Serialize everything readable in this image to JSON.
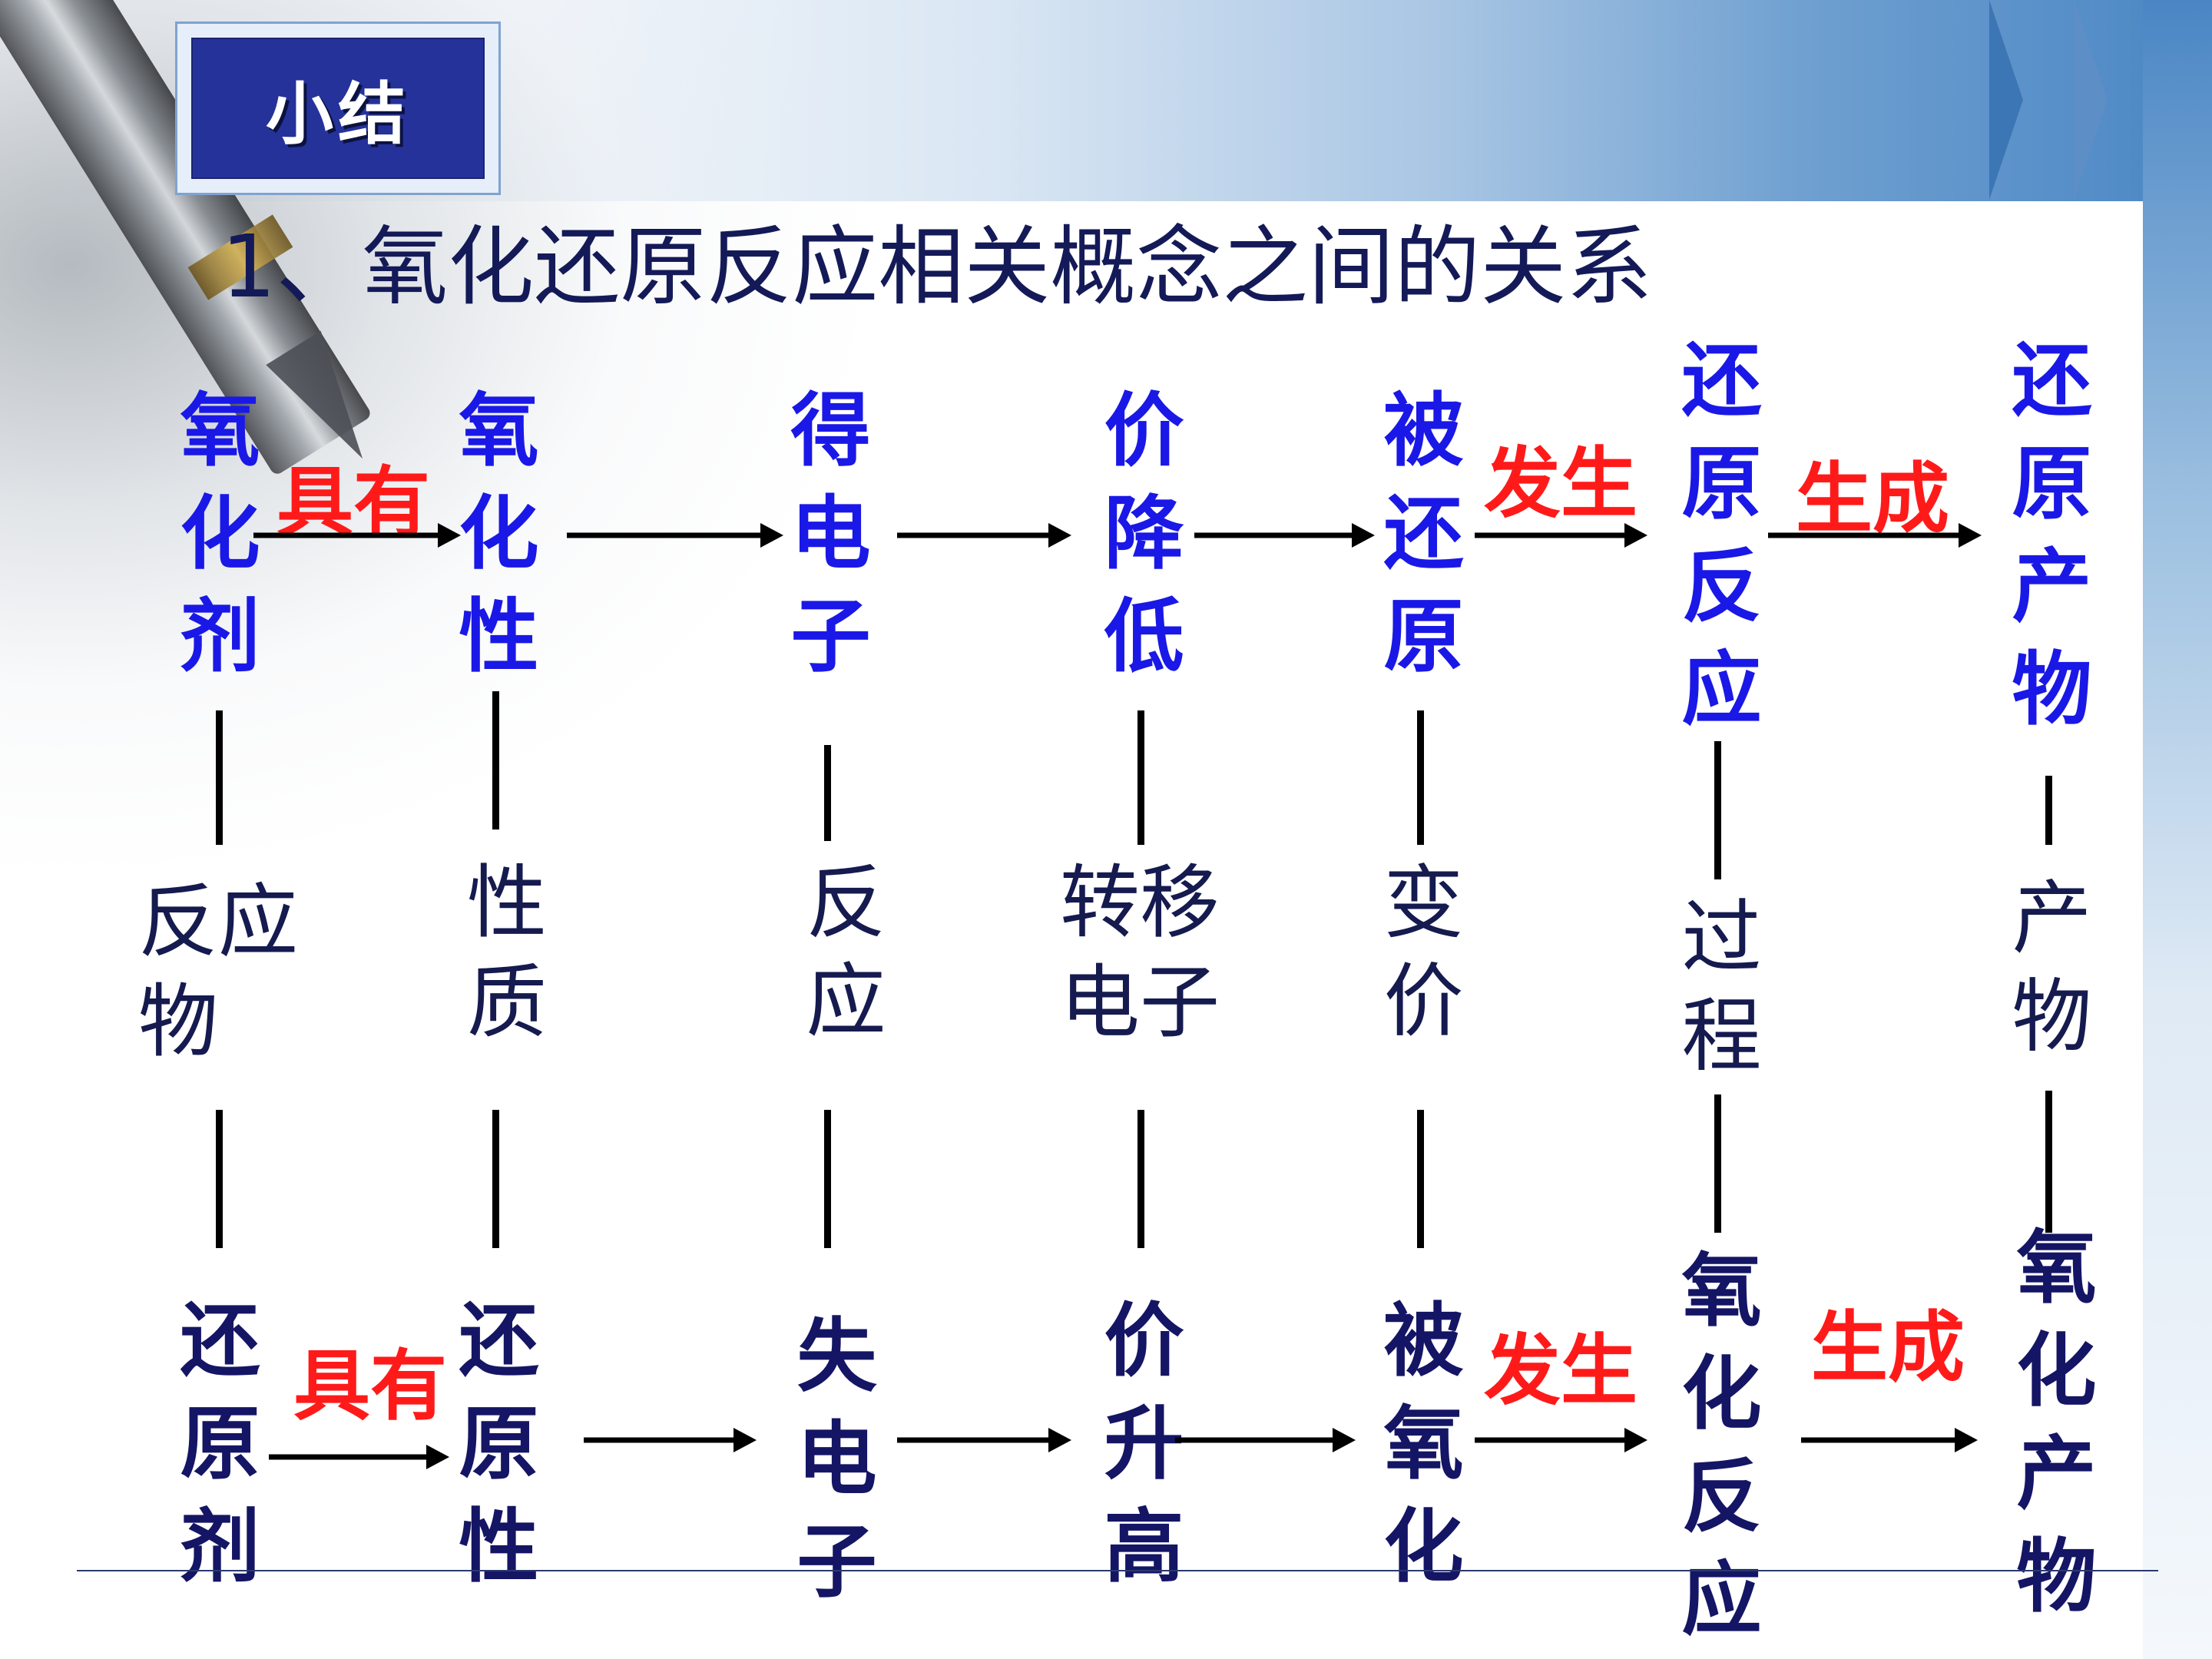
{
  "header": {
    "badge": "小结"
  },
  "title": "1、氧化还原反应相关概念之间的关系",
  "top_row": {
    "t1": "氧化剂",
    "t2": "氧化性",
    "t3": "得电子",
    "t4": "价降低",
    "t5": "被还原",
    "t6": "还原反应",
    "t7": "还原产物",
    "rel1": "具有",
    "rel2": "发生",
    "rel3": "生成"
  },
  "categories": {
    "c1a": "反应",
    "c1b": "物",
    "c2a": "性",
    "c2b": "质",
    "c3": "反应",
    "c4a": "转移",
    "c4b": "电子",
    "c5": "变价",
    "c6": "过程",
    "c7": "产物"
  },
  "bottom_row": {
    "t1": "还原剂",
    "t2": "还原性",
    "t3": "失电子",
    "t4": "价升高",
    "t5": "被氧化",
    "t6": "氧化反应",
    "t7": "氧化产物",
    "rel1": "具有",
    "rel2": "发生",
    "rel3": "生成"
  },
  "colors": {
    "term": "#1a18e6",
    "relation": "#ff1a1a",
    "category": "#151a4f",
    "badge": "#25329a"
  }
}
